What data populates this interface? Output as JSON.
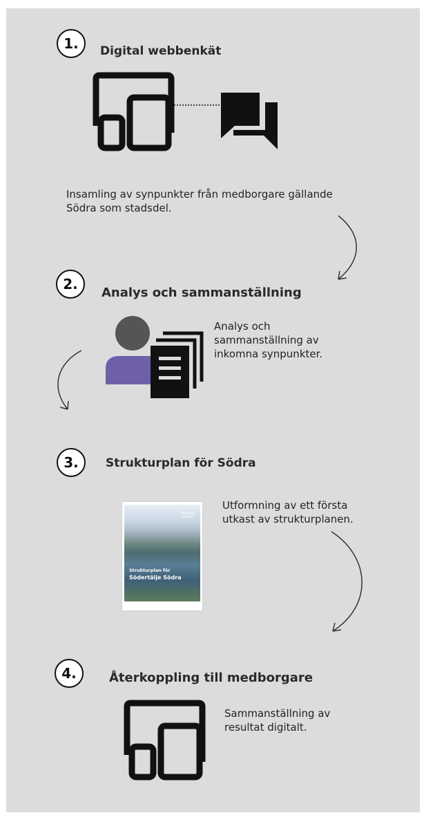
{
  "steps": [
    {
      "number": "1.",
      "title": "Digital webbenkät",
      "text": "Insamling av synpunkter från medborgare gällande Södra som stadsdel."
    },
    {
      "number": "2.",
      "title": "Analys och sammanställning",
      "text": "Analys och sammanställning av inkomna synpunkter."
    },
    {
      "number": "3.",
      "title": "Strukturplan för Södra",
      "text": "Utformning av ett första utkast av strukturplanen."
    },
    {
      "number": "4.",
      "title": "Återkoppling till medborgare",
      "text": "Sammanställning av resultat digitalt."
    }
  ],
  "document_cover": {
    "logo_text": "Södertälje kommun",
    "line1": "Strukturplan för",
    "line2": "Södertälje Södra"
  },
  "icons": [
    "devices-icon",
    "chat-icon",
    "person-icon",
    "documents-icon",
    "document-cover-image",
    "curved-arrow-icon"
  ],
  "colors": {
    "background": "#dcdcdc",
    "person_body": "#6f5fa8",
    "person_head": "#555555",
    "icon": "#111111"
  }
}
